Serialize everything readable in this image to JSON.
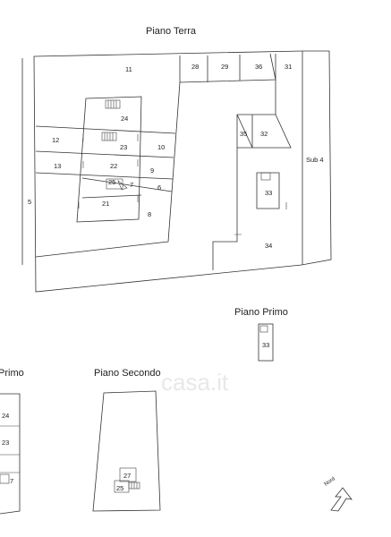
{
  "floor_labels": {
    "ground": "Piano Terra",
    "first": "Piano Primo",
    "first_partial": "Primo",
    "second": "Piano Secondo"
  },
  "rooms": {
    "r11": "11",
    "r28": "28",
    "r29": "29",
    "r36": "36",
    "r31": "31",
    "r24": "24",
    "r12": "12",
    "r23": "23",
    "r10": "10",
    "r13": "13",
    "r22": "22",
    "r9": "9",
    "r25": "25",
    "r7": "7",
    "r6": "6",
    "r21": "21",
    "r8": "8",
    "r5": "5",
    "r35": "35",
    "r32": "32",
    "r33": "33",
    "r34": "34",
    "sub4": "Sub 4",
    "first_33": "33",
    "left_24": "24",
    "left_23": "23",
    "left_7": "7",
    "second_27": "27",
    "second_25": "25"
  },
  "watermark": "casa.it",
  "compass_label": "Nord"
}
